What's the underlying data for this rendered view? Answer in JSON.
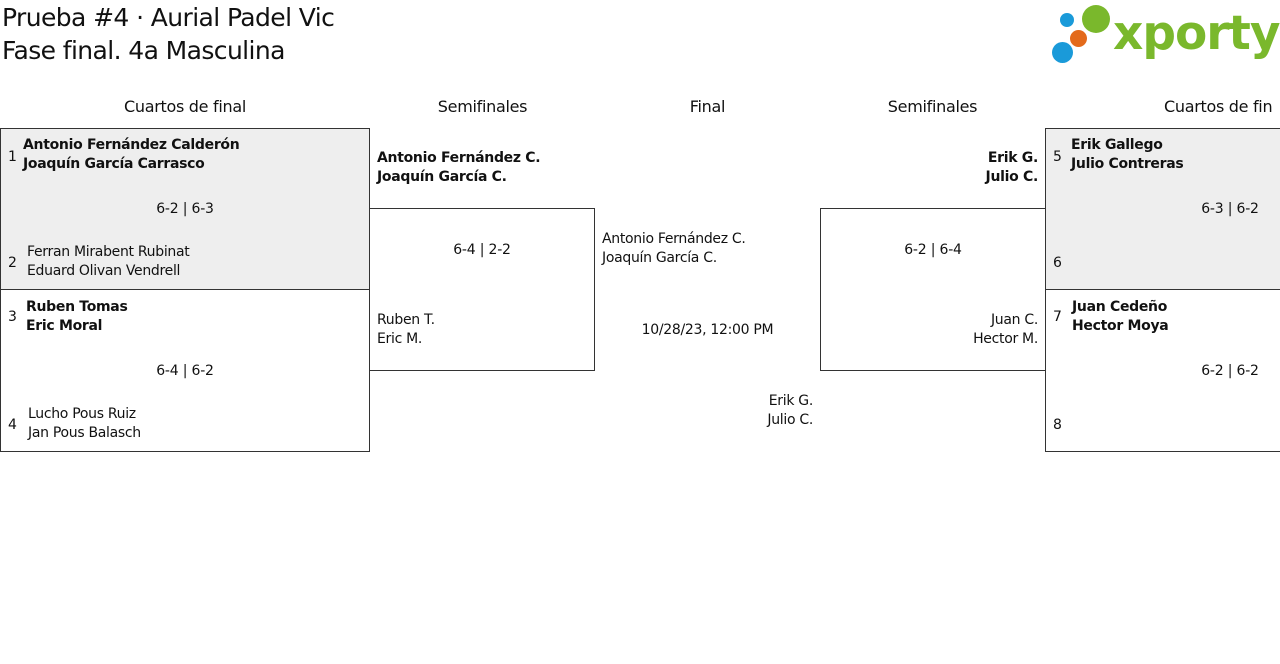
{
  "header": {
    "title": "Prueba #4 · Aurial Padel Vic",
    "subtitle": "Fase final. 4a Masculina"
  },
  "logo": {
    "text": "xporty",
    "colors": {
      "green": "#7ab82c",
      "blue": "#1a9ad9",
      "orange": "#e36a1b"
    }
  },
  "columns": {
    "left_quarters": "Cuartos de final",
    "left_semis": "Semifinales",
    "final": "Final",
    "right_semis": "Semifinales",
    "right_quarters": "Cuartos de fin"
  },
  "quarterfinals": [
    {
      "seed_top": "1",
      "top": [
        "Antonio Fernández Calderón",
        "Joaquín García Carrasco"
      ],
      "top_winner": true,
      "score": "6-2 | 6-3",
      "seed_bottom": "2",
      "bottom": [
        "Ferran Mirabent Rubinat",
        "Eduard Olivan Vendrell"
      ],
      "bottom_winner": false
    },
    {
      "seed_top": "3",
      "top": [
        "Ruben Tomas",
        "Eric Moral"
      ],
      "top_winner": true,
      "score": "6-4 | 6-2",
      "seed_bottom": "4",
      "bottom": [
        "Lucho Pous Ruiz",
        "Jan Pous Balasch"
      ],
      "bottom_winner": false
    },
    {
      "seed_top": "5",
      "top": [
        "Erik Gallego",
        "Julio Contreras"
      ],
      "top_winner": true,
      "score": "6-3 | 6-2",
      "seed_bottom": "6",
      "bottom": [
        "",
        ""
      ],
      "bottom_winner": false
    },
    {
      "seed_top": "7",
      "top": [
        "Juan Cedeño",
        "Hector Moya"
      ],
      "top_winner": true,
      "score": "6-2 | 6-2",
      "seed_bottom": "8",
      "bottom": [
        "",
        ""
      ],
      "bottom_winner": false
    }
  ],
  "semifinals": [
    {
      "top": [
        "Antonio Fernández C.",
        "Joaquín García C."
      ],
      "top_winner": true,
      "score": "6-4 | 2-2",
      "bottom": [
        "Ruben T.",
        "Eric M."
      ],
      "bottom_winner": false
    },
    {
      "top": [
        "Erik G.",
        "Julio C."
      ],
      "top_winner": true,
      "score": "6-2 | 6-4",
      "bottom": [
        "Juan C.",
        "Hector M."
      ],
      "bottom_winner": false
    }
  ],
  "final": {
    "left": [
      "Antonio Fernández C.",
      "Joaquín García C."
    ],
    "datetime": "10/28/23, 12:00 PM",
    "right": [
      "Erik G.",
      "Julio C."
    ]
  }
}
